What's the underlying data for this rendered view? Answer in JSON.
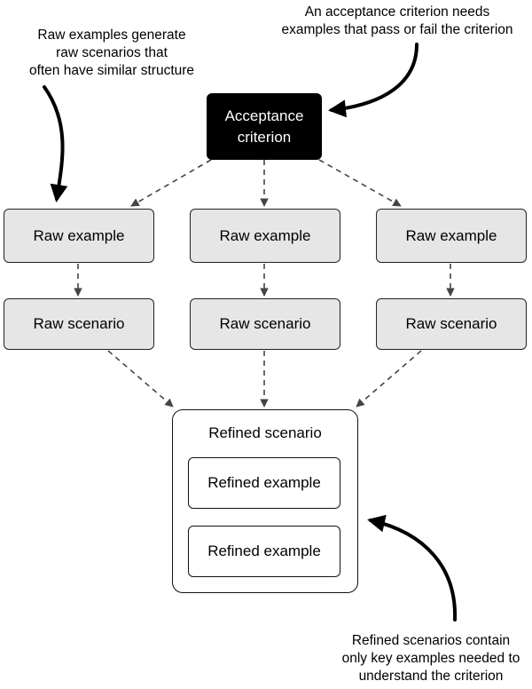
{
  "notes": {
    "top_left": [
      "Raw examples generate",
      "raw scenarios that",
      "often have similar structure"
    ],
    "top_right": [
      "An acceptance criterion needs",
      "examples that pass or fail the criterion"
    ],
    "bottom_right": [
      "Refined scenarios contain",
      "only key examples needed to",
      "understand the criterion"
    ]
  },
  "acceptance_criterion": [
    "Acceptance",
    "criterion"
  ],
  "raw_examples": [
    "Raw example",
    "Raw example",
    "Raw example"
  ],
  "raw_scenarios": [
    "Raw scenario",
    "Raw scenario",
    "Raw scenario"
  ],
  "refined_scenario": {
    "title": "Refined scenario",
    "examples": [
      "Refined example",
      "Refined example"
    ]
  }
}
